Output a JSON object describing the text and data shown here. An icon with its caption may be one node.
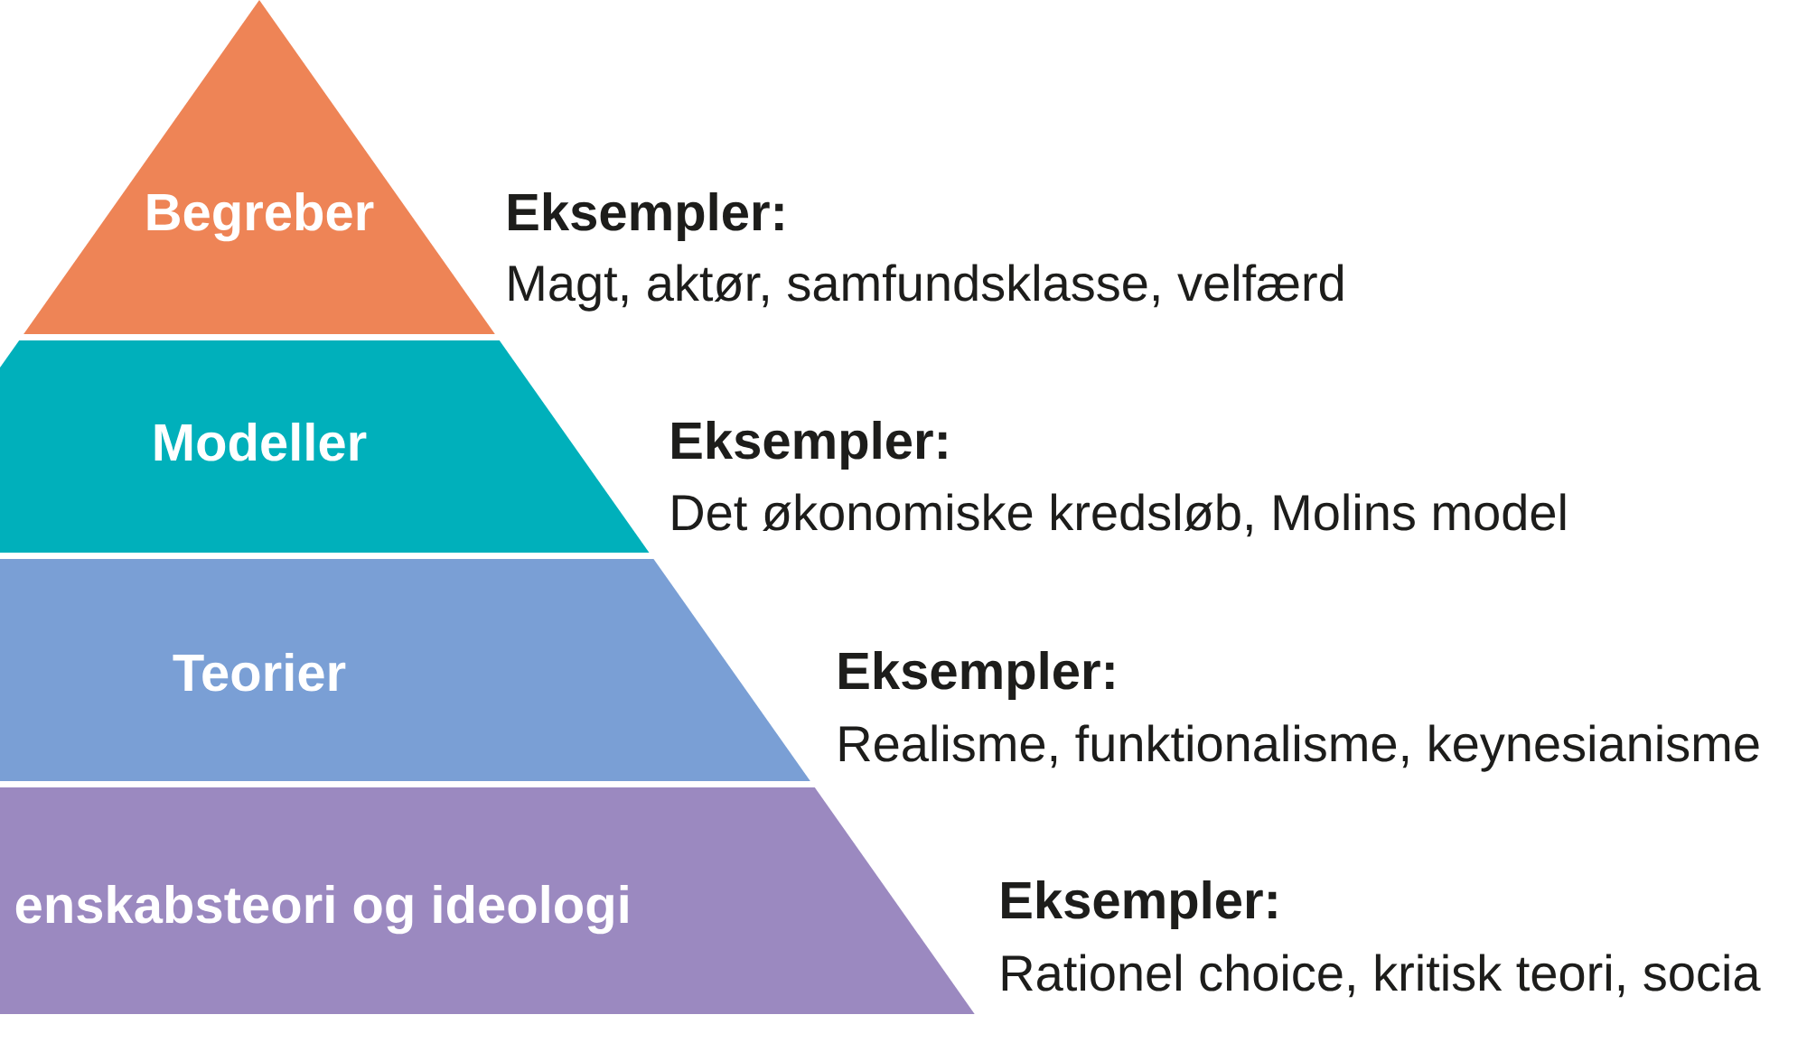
{
  "diagram": {
    "nodes": [
      {
        "text": [
          "Begreber"
        ],
        "beside": [
          "Eksempler:",
          "Magt, aktør, samfundsklasse, velfærd"
        ]
      },
      {
        "text": [
          "Modeller"
        ],
        "beside": [
          "Eksempler:",
          "Det økonomiske kredsløb, Molins model"
        ]
      },
      {
        "text": [
          "Teorier"
        ],
        "beside": [
          "Eksempler:",
          "Realisme, funktionalisme, keynesianisme"
        ]
      },
      {
        "text": [
          "enskabsteori og ideologi"
        ],
        "beside": [
          "Eksempler:",
          "Rationel choice, kritisk teori, socia"
        ]
      }
    ]
  }
}
